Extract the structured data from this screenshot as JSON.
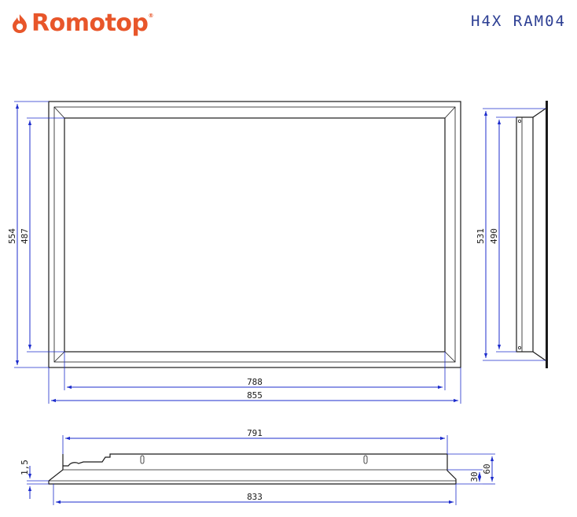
{
  "brand": {
    "name": "Romotop",
    "registered": "®",
    "color": "#e8562a"
  },
  "model": "H4X RAM04",
  "dimensions": {
    "front_height_outer": "554",
    "front_height_inner": "487",
    "front_width_inner": "788",
    "front_width_outer": "855",
    "side_height_outer": "531",
    "side_height_inner": "490",
    "bottom_width_top": "791",
    "bottom_width_bottom": "833",
    "bottom_thickness": "1,5",
    "bottom_height_inner": "30",
    "bottom_height_outer": "60"
  },
  "colors": {
    "dimension": "#1c2ccc",
    "outline": "#1a1a1a",
    "model_text": "#2c3e93"
  }
}
